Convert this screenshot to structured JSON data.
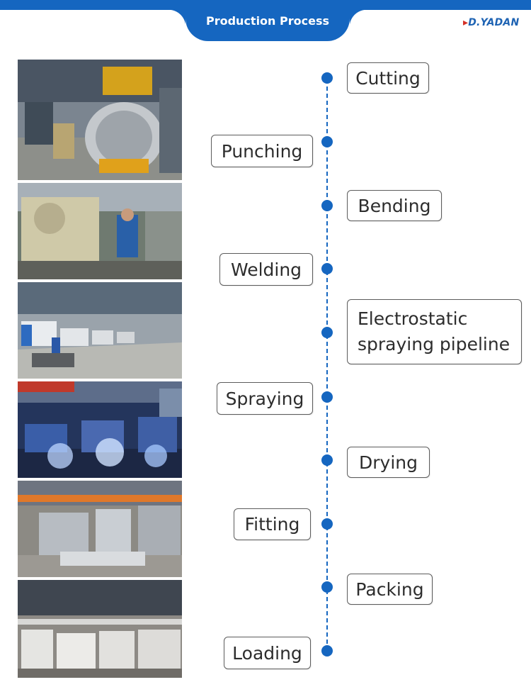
{
  "header": {
    "title": "Production Process",
    "logo_text": "YADAN",
    "logo_prefix": "D."
  },
  "steps": [
    {
      "label": "Cutting"
    },
    {
      "label": "Punching"
    },
    {
      "label": "Bending"
    },
    {
      "label": "Welding"
    },
    {
      "label": "Electrostatic spraying pipeline"
    },
    {
      "label": "Spraying"
    },
    {
      "label": "Drying"
    },
    {
      "label": "Fitting"
    },
    {
      "label": "Packing"
    },
    {
      "label": "Loading"
    }
  ],
  "photos": [
    {
      "name": "steel-coil-photo"
    },
    {
      "name": "punch-press-photo"
    },
    {
      "name": "bending-line-photo"
    },
    {
      "name": "robotic-welding-photo"
    },
    {
      "name": "assembly-line-photo"
    },
    {
      "name": "warehouse-loading-photo"
    }
  ],
  "colors": {
    "brand_blue": "#1566c0",
    "label_border": "#5c5c5c",
    "logo_red": "#d43127"
  }
}
